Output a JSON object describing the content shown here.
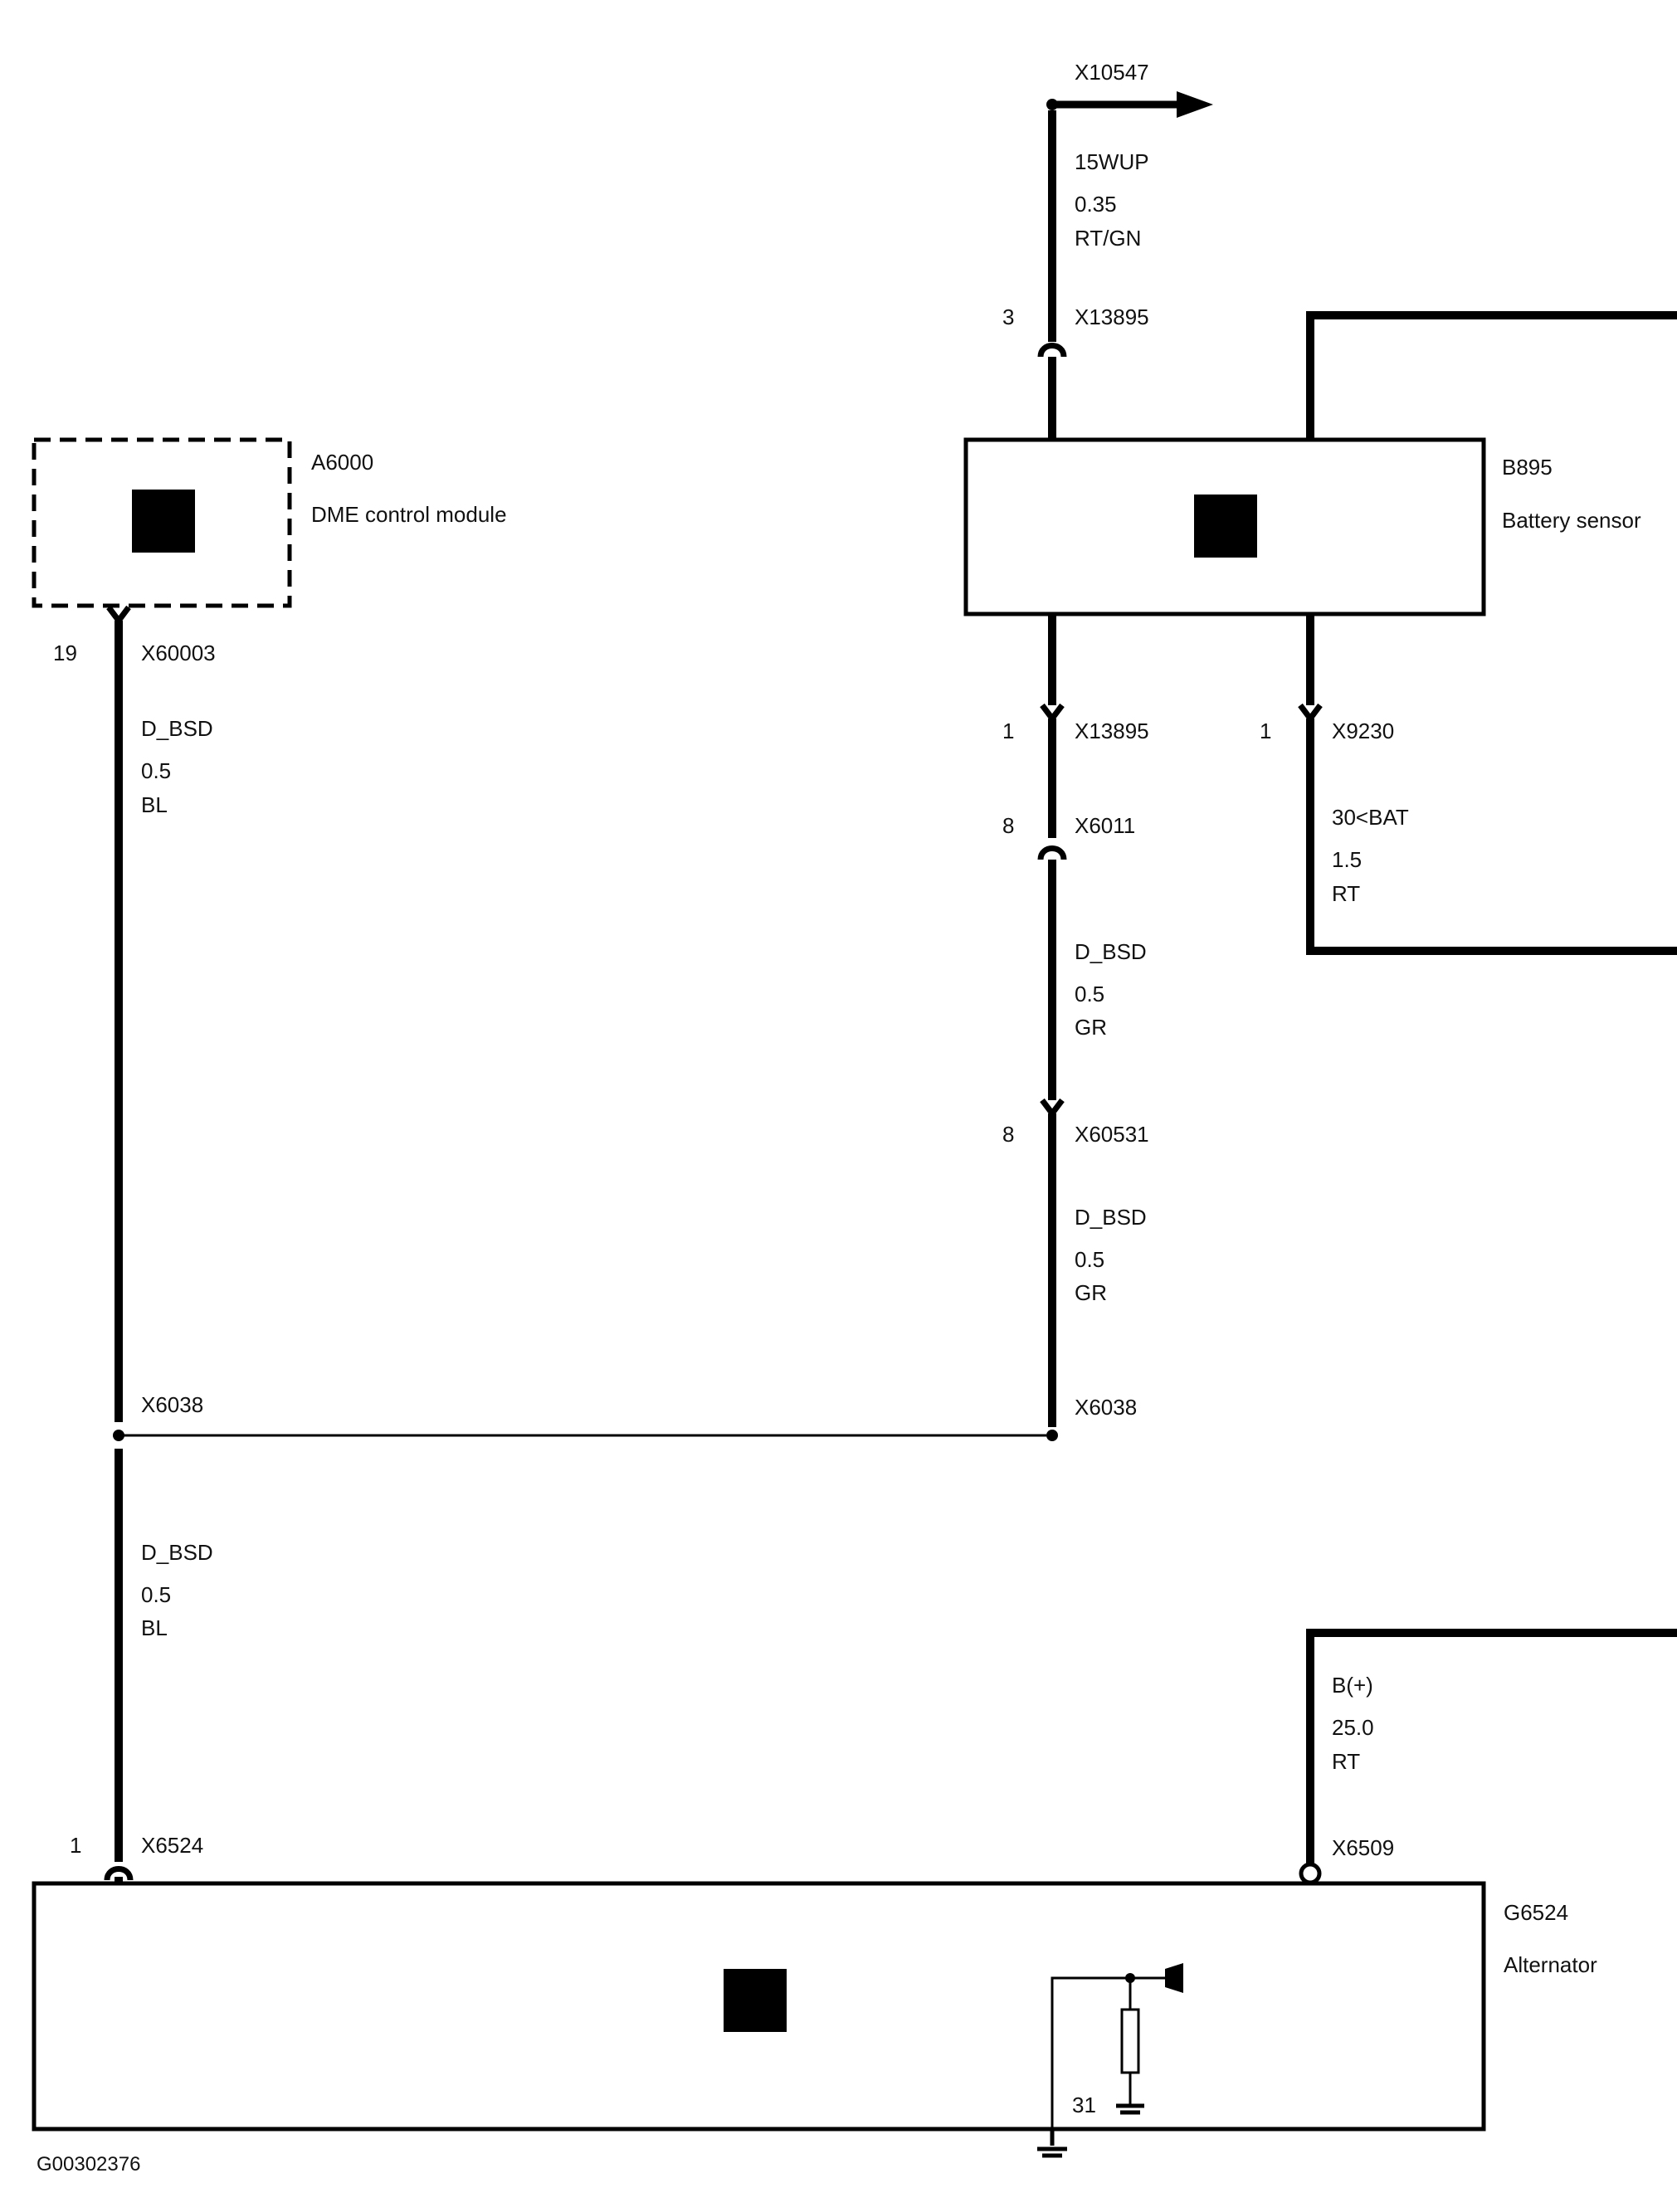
{
  "components": {
    "dme": {
      "id": "A6000",
      "name": "DME control module"
    },
    "battery_sensor": {
      "id": "B895",
      "name": "Battery sensor"
    },
    "alternator": {
      "id": "G6524",
      "name": "Alternator"
    }
  },
  "connectors": {
    "x10547": {
      "name": "X10547"
    },
    "x13895_top": {
      "name": "X13895",
      "pin": "3"
    },
    "x13895_bottom": {
      "name": "X13895",
      "pin": "1"
    },
    "x9230": {
      "name": "X9230",
      "pin": "1"
    },
    "x6011": {
      "name": "X6011",
      "pin": "8"
    },
    "x60531": {
      "name": "X60531",
      "pin": "8"
    },
    "x60003": {
      "name": "X60003",
      "pin": "19"
    },
    "x6038_left": {
      "name": "X6038"
    },
    "x6038_right": {
      "name": "X6038"
    },
    "x6524": {
      "name": "X6524",
      "pin": "1"
    },
    "x6509": {
      "name": "X6509"
    },
    "ground": {
      "pin": "31"
    }
  },
  "wires": {
    "w_15wup": {
      "signal": "15WUP",
      "size": "0.35",
      "color": "RT/GN"
    },
    "w_30bat": {
      "signal": "30<BAT",
      "size": "1.5",
      "color": "RT"
    },
    "w_bsd_gr1": {
      "signal": "D_BSD",
      "size": "0.5",
      "color": "GR"
    },
    "w_bsd_gr2": {
      "signal": "D_BSD",
      "size": "0.5",
      "color": "GR"
    },
    "w_bsd_bl1": {
      "signal": "D_BSD",
      "size": "0.5",
      "color": "BL"
    },
    "w_bsd_bl2": {
      "signal": "D_BSD",
      "size": "0.5",
      "color": "BL"
    },
    "w_bplus": {
      "signal": "B(+)",
      "size": "25.0",
      "color": "RT"
    }
  },
  "footer": {
    "code": "G00302376"
  }
}
